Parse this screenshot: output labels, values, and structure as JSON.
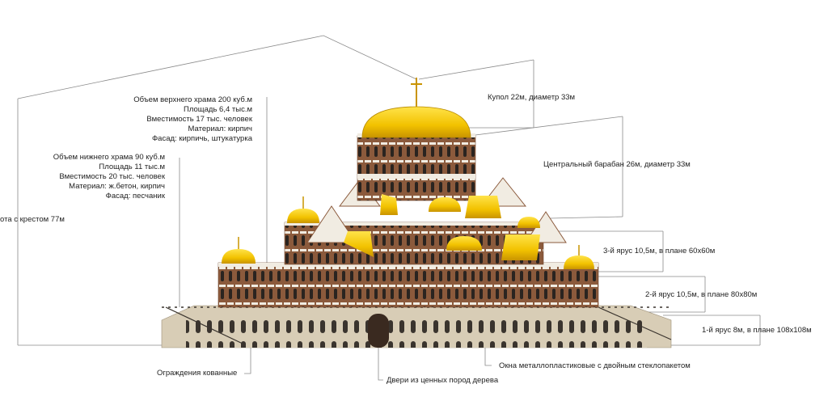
{
  "upper_temple": {
    "volume": "Объем верхнего храма 200 куб.м",
    "area": "Площадь 6,4 тыс.м",
    "capacity": "Вместимость 17 тыс. человек",
    "material": "Материал: кирпич",
    "facade": "Фасад: кирпичь, штукатурка"
  },
  "lower_temple": {
    "volume": "Объем нижнего храма 90 куб.м",
    "area": "Площадь 11 тыс.м",
    "capacity": "Вместимость 20 тыс. человек",
    "material": "Материал: ж.бетон, кирпич",
    "facade": "Фасад: песчаник"
  },
  "height_label": "ота с крестом 77м",
  "dome_label": "Купол 22м, диаметр 33м",
  "drum_label": "Центральный барабан 26м, диаметр 33м",
  "tier3_label": "3-й ярус 10,5м, в плане 60х60м",
  "tier2_label": "2-й ярус 10,5м, в плане 80х80м",
  "tier1_label": "1-й ярус 8м, в плане 108х108м",
  "fence_label": "Ограждения кованные",
  "windows_label": "Окна металлопластиковые с двойным стеклопакетом",
  "doors_label": "Двери из ценных пород дерева",
  "colors": {
    "gold": "#f2c200",
    "brick": "#8b5a3c",
    "stone": "#d8cdb6",
    "white_trim": "#f1ece2",
    "line": "#8a8a8a"
  }
}
